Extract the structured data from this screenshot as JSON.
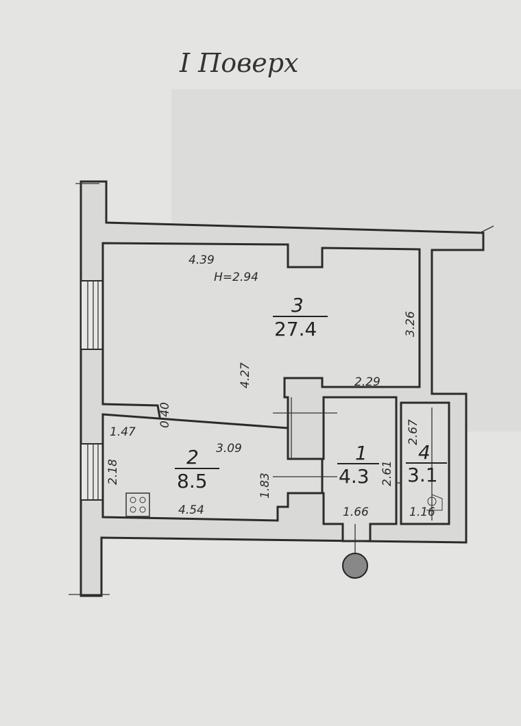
{
  "title": "I Поверх",
  "height_label": "H=2.94",
  "rooms": [
    {
      "number": "1",
      "area": "4.3"
    },
    {
      "number": "2",
      "area": "8.5"
    },
    {
      "number": "3",
      "area": "27.4"
    },
    {
      "number": "4",
      "area": "3.1"
    }
  ],
  "dimensions": {
    "r3_top": "4.39",
    "r3_right": "3.26",
    "r3_middle": "4.27",
    "r3_bottom_right": "2.29",
    "r3_wall": "0.40",
    "r2_top_left": "1.47",
    "r2_top": "3.09",
    "r2_left": "2.18",
    "r2_right": "1.83",
    "r2_bottom": "4.54",
    "r1_right": "2.61",
    "r1_bottom": "1.66",
    "r4_left": "2.67",
    "r4_bottom": "1.16"
  }
}
